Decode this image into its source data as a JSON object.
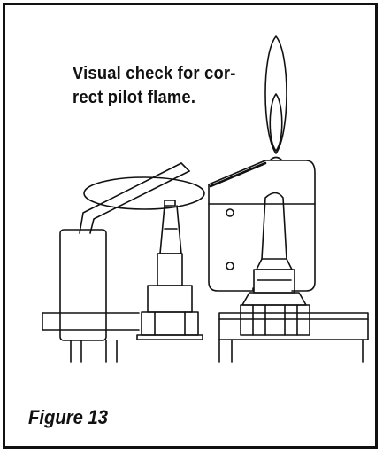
{
  "caption": {
    "line1": "Visual check for cor-",
    "line2": "rect pilot flame."
  },
  "figure_label": "Figure 13",
  "colors": {
    "stroke": "#111111",
    "background": "#ffffff"
  }
}
